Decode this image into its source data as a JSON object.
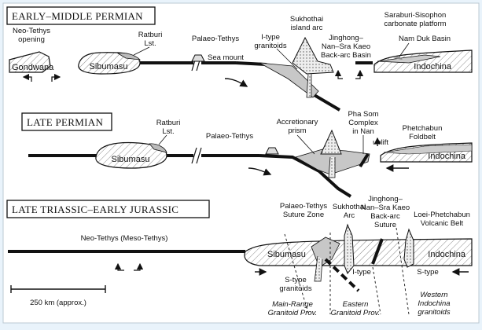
{
  "panels": {
    "p1": {
      "title": "EARLY–MIDDLE PERMIAN",
      "labels": {
        "neo_tethys_opening": [
          "Neo-Tethys",
          "opening"
        ],
        "ratburi": [
          "Ratburi",
          "Lst."
        ],
        "palaeo_tethys": "Palaeo-Tethys",
        "sea_mount": "Sea mount",
        "itype": [
          "I-type",
          "granitoids"
        ],
        "sukhothai": [
          "Sukhothai",
          "island arc"
        ],
        "jinghong": [
          "Jinghong–",
          "Nan–Sra Kaeo",
          "Back-arc Basin"
        ],
        "saraburi": [
          "Saraburi-Sisophon",
          "carbonate platform"
        ],
        "namduk": "Nam Duk Basin",
        "gondwana": "Gondwana",
        "sibumasu": "Sibumasu",
        "indochina": "Indochina"
      }
    },
    "p2": {
      "title": "LATE PERMIAN",
      "labels": {
        "ratburi": [
          "Ratburi",
          "Lst."
        ],
        "palaeo_tethys": "Palaeo-Tethys",
        "accretionary": [
          "Accretionary",
          "prism"
        ],
        "phasom": [
          "Pha Som",
          "Complex",
          "in Nan"
        ],
        "uplift": "uplift",
        "phetchabun": [
          "Phetchabun",
          "Foldbelt"
        ],
        "sibumasu": "Sibumasu",
        "indochina": "Indochina"
      }
    },
    "p3": {
      "title": "LATE TRIASSIC–EARLY JURASSIC",
      "labels": {
        "neo_tethys": "Neo-Tethys (Meso-Tethys)",
        "suture": [
          "Palaeo-Tethys",
          "Suture Zone"
        ],
        "sukhothai_arc": [
          "Sukhothai",
          "Arc"
        ],
        "jinghong": [
          "Jinghong–",
          "Nan–Sra Kaeo",
          "Back-arc",
          "Suture"
        ],
        "loei": [
          "Loei-Phetchabun",
          "Volcanic Belt"
        ],
        "sibumasu": "Sibumasu",
        "indochina": "Indochina",
        "stype_granitoids": [
          "S-type",
          "granitoids"
        ],
        "itype": "I-type",
        "stype": "S-type",
        "main_range": [
          "Main-Range",
          "Granitoid Prov."
        ],
        "eastern": [
          "Eastern",
          "Granitoid Prov."
        ],
        "western": [
          "Western",
          "Indochina",
          "granitoids"
        ]
      }
    }
  },
  "scale_bar": "250 km (approx.)"
}
